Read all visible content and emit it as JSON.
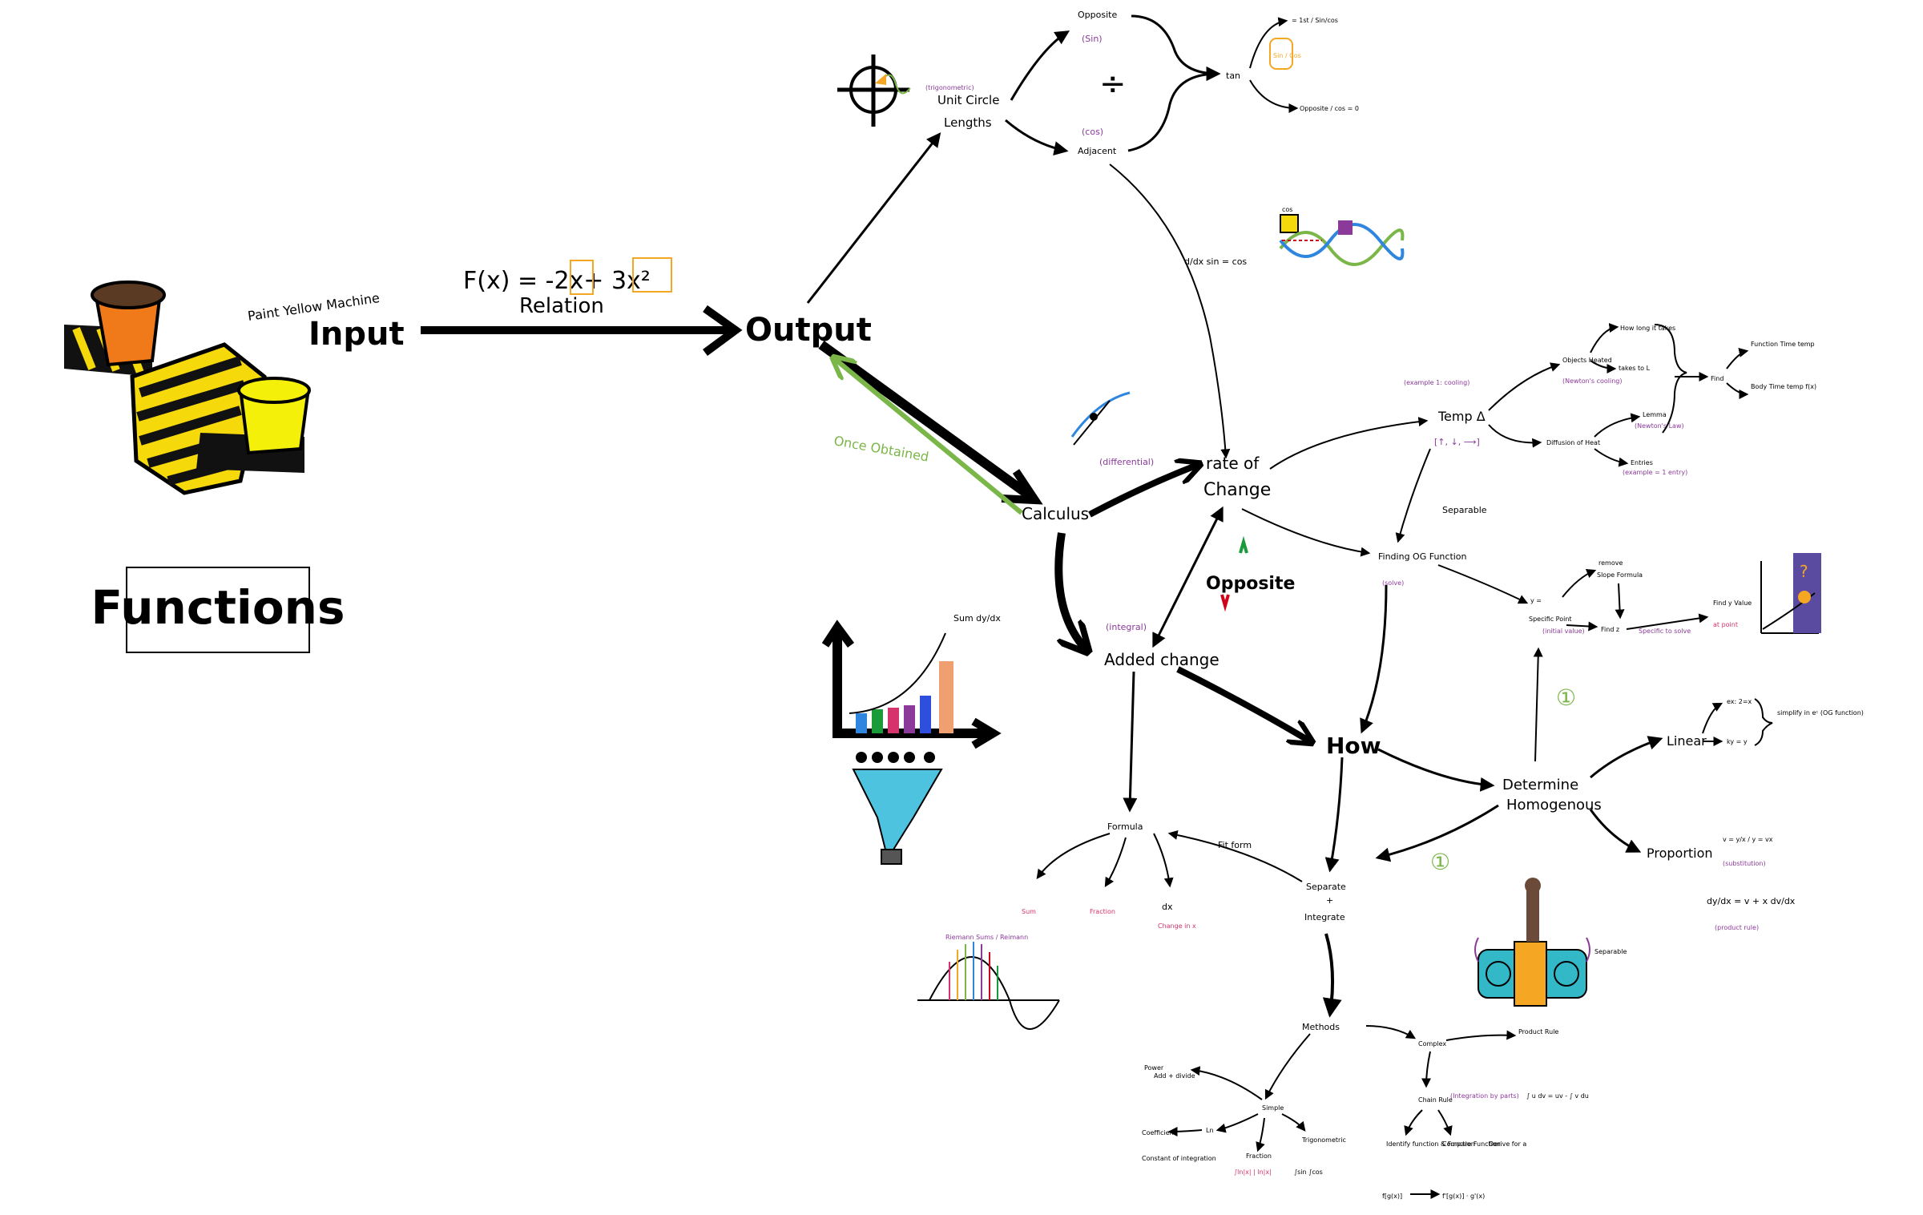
{
  "title_box": {
    "label": "Functions"
  },
  "machine": {
    "label": "Paint Yellow Machine"
  },
  "main_flow": {
    "input": "Input",
    "output": "Output",
    "function_expr": "F(x) = -2x+ 3x²",
    "relation": "Relation",
    "once_obtained": "Once Obtained"
  },
  "unit_circle": {
    "tag": "(trigonometric)",
    "label_line1": "Unit Circle",
    "label_line2": "Lengths",
    "opposite": "Opposite",
    "sin": "(Sin)",
    "divide": "÷",
    "cos": "(cos)",
    "adjacent": "Adjacent",
    "tan": "tan",
    "tan_top": "= 1st / Sin/cos",
    "tan_frac": "Sin / Cos",
    "tan_bottom": "Opposite / cos = 0",
    "derivative": "d/dx sin = cos",
    "wave_label": "cos"
  },
  "calculus": {
    "calculus": "Calculus",
    "differential": "(differential)",
    "rate_line1": "rate of",
    "rate_line2": "Change",
    "opposite": "Opposite",
    "integral": "(integral)",
    "added_change": "Added change",
    "sum_label": "Sum dy/dx"
  },
  "temp": {
    "tag": "(example 1: cooling)",
    "temp": "Temp Δ",
    "arrows": "[↑, ↓, ⟶]",
    "objects": "Objects Heated",
    "objects_note": "(Newton's cooling)",
    "how_long": "How long it takes",
    "takes": "takes to L",
    "diffusion": "Diffusion of Heat",
    "lemma": "Lemma",
    "lemma_note": "(Newton's Law)",
    "entries": "Entries",
    "entries_note": "(example = 1 entry)",
    "find": "Find",
    "find_time": "Function Time temp",
    "find_body": "Body Time temp f(x)"
  },
  "solve": {
    "separable": "Separable",
    "finding": "Finding OG Function",
    "finding_note": "(solve)",
    "yeq": "y =",
    "specific": "Specific Point",
    "specific_note": "(initial value)",
    "remove": "remove",
    "slope": "Slope Formula",
    "find_z": "Find z",
    "find_z_note": "Specific to solve",
    "find_y": "Find y Value",
    "find_y_note": "at point"
  },
  "homogeneous": {
    "how": "How",
    "determine_line1": "Determine",
    "determine_line2": "Homogenous",
    "linear": "Linear",
    "linear_top": "ex: 2=x",
    "linear_bottom": "ky = y",
    "linear_simplify": "simplify in eᶜ (OG function)",
    "proportion": "Proportion",
    "proportion_note": "(substitution)",
    "proportion_formula": "v = y/x / y = vx",
    "proportion_deriv": "dy/dx = v + x dv/dx",
    "product_rule": "(product rule)",
    "separable_label": "Separable"
  },
  "integrate": {
    "separate_line1": "Separate",
    "separate_plus": "+",
    "separate_line2": "Integrate",
    "formula": "Formula",
    "fit_form": "Fit form",
    "sum": "Sum",
    "fraction": "Fraction",
    "dx": "dx",
    "dx_note": "Change in x",
    "riemann": "Riemann Sums / Reimann",
    "methods": "Methods",
    "complex": "Complex",
    "product": "Product Rule",
    "uv_formula": "∫ u dv = uv - ∫ v du",
    "chain": "Chain Rule",
    "chain_note": "(Integration by parts)",
    "simple": "Simple",
    "add_divide": "Add + divide",
    "power": "Power",
    "coeff": "Coefficient",
    "ln": "Ln",
    "fraction2": "Fraction",
    "trig": "Trigonometric",
    "bottom_left": "Constant of integration",
    "frac_bottom": "∫ln|x| | ln|x|",
    "trig_bottom": "∫sin ∫cos",
    "identify": "Identify function & Function",
    "compare": "Compare Function",
    "derive": "Derive for a",
    "fgx": "f[g(x)]",
    "fgx2": "f'[g(x)] · g'(x)"
  },
  "colors": {
    "ink": "#000000",
    "accent_green": "#7ab648",
    "purple": "#8b3a9a",
    "orange": "#f5a623",
    "pink": "#d6336c",
    "red": "#d0021b"
  }
}
